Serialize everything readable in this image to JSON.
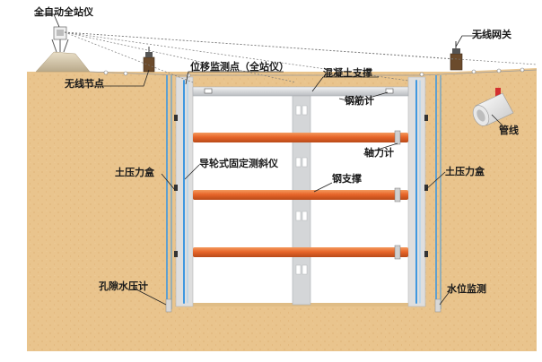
{
  "diagram": {
    "labels": {
      "total_station": "全自动全站仪",
      "wireless_gateway": "无线网关",
      "wireless_node": "无线节点",
      "displacement_point": "位移监测点（全站仪）",
      "concrete_support": "混凝土支撑",
      "rebar_meter": "钢筋计",
      "pipeline": "管线",
      "axial_force_meter": "轴力计",
      "soil_pressure_left": "土压力盒",
      "soil_pressure_right": "土压力盒",
      "inclinometer": "导轮式固定测斜仪",
      "steel_support": "钢支撑",
      "pore_pressure_meter": "孔隙水压计",
      "water_level": "水位监测"
    },
    "colors": {
      "soil": "#e9c48d",
      "wall": "#dcdcdc",
      "strut": "#e86a2a",
      "concrete_strut": "#d4d6d8",
      "pipe_blue": "#4a9fe0",
      "leader": "#222222"
    }
  }
}
